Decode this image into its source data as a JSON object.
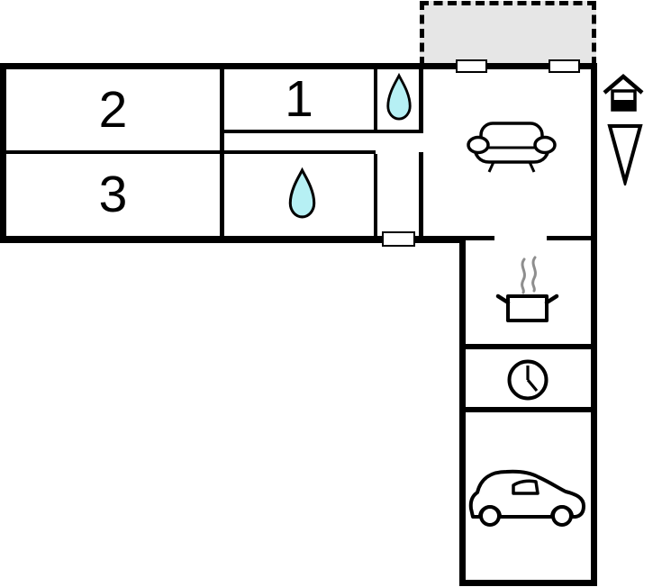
{
  "plan": {
    "title": "floor-plan",
    "rooms": [
      {
        "name": "bedroom-2",
        "label": "2"
      },
      {
        "name": "bedroom-3",
        "label": "3"
      },
      {
        "name": "bedroom-1",
        "label": "1"
      },
      {
        "name": "bathroom-small",
        "label": "",
        "icon": "water-drop"
      },
      {
        "name": "bathroom-main",
        "label": "",
        "icon": "water-drop"
      },
      {
        "name": "living-room",
        "label": "",
        "icon": "sofa"
      },
      {
        "name": "kitchen",
        "label": "",
        "icon": "cooking-pot-steam"
      },
      {
        "name": "utility-room",
        "label": "",
        "icon": "clock"
      },
      {
        "name": "garage",
        "label": "",
        "icon": "car"
      },
      {
        "name": "terrace",
        "label": "",
        "icon": "dashed-gray-area"
      }
    ],
    "symbols": {
      "orientation_house": "house-icon",
      "orientation_arrow": "downward-triangle-arrow",
      "window_symbol": "white-rect-on-wall",
      "door_symbol": "white-rect-on-wall"
    },
    "colors": {
      "wall": "#000000",
      "water_drop_fill": "#b6f0f4",
      "terrace_fill": "#e6e6e6",
      "steam": "#8e8e8e",
      "background": "#ffffff"
    }
  }
}
